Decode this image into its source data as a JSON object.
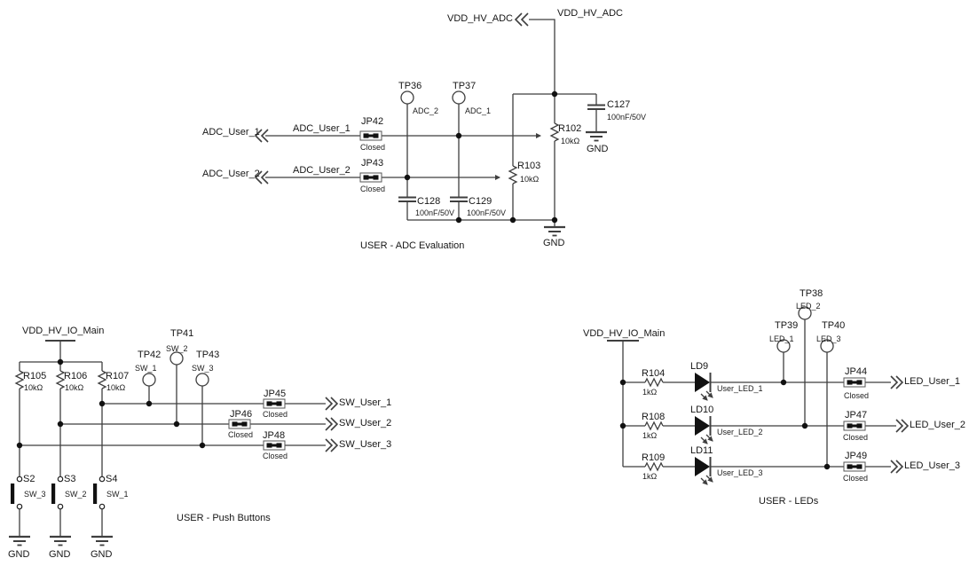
{
  "colors": {
    "wire": "#3f3f3f",
    "text": "#161616",
    "fill": "#111111",
    "background": "#ffffff"
  },
  "sections": {
    "adc": {
      "title": "USER - ADC Evaluation",
      "power": {
        "connector_label": "VDD_HV_ADC",
        "net_label": "VDD_HV_ADC"
      },
      "test_points": {
        "tp36": {
          "ref": "TP36",
          "net": "ADC_2"
        },
        "tp37": {
          "ref": "TP37",
          "net": "ADC_1"
        }
      },
      "rows": {
        "row1": {
          "connector": "ADC_User_1",
          "net": "ADC_User_1",
          "jumper_ref": "JP42",
          "jumper_state": "Closed"
        },
        "row2": {
          "connector": "ADC_User_2",
          "net": "ADC_User_2",
          "jumper_ref": "JP43",
          "jumper_state": "Closed"
        }
      },
      "pots": {
        "r102": {
          "ref": "R102",
          "value": "10kΩ"
        },
        "r103": {
          "ref": "R103",
          "value": "10kΩ"
        }
      },
      "caps": {
        "c127": {
          "ref": "C127",
          "value": "100nF/50V"
        },
        "c128": {
          "ref": "C128",
          "value": "100nF/50V"
        },
        "c129": {
          "ref": "C129",
          "value": "100nF/50V"
        }
      },
      "gnd": {
        "c127_gnd": "GND",
        "rail_gnd": "GND"
      }
    },
    "buttons": {
      "title": "USER - Push Buttons",
      "power_net": "VDD_HV_IO_Main",
      "resistors": {
        "r105": {
          "ref": "R105",
          "value": "10kΩ"
        },
        "r106": {
          "ref": "R106",
          "value": "10kΩ"
        },
        "r107": {
          "ref": "R107",
          "value": "10kΩ"
        }
      },
      "test_points": {
        "tp42": {
          "ref": "TP42",
          "net": "SW_1"
        },
        "tp41": {
          "ref": "TP41",
          "net": "SW_2"
        },
        "tp43": {
          "ref": "TP43",
          "net": "SW_3"
        }
      },
      "rows": {
        "row1": {
          "jumper_ref": "JP45",
          "jumper_state": "Closed",
          "connector": "SW_User_1"
        },
        "row2": {
          "jumper_ref": "JP46",
          "jumper_state": "Closed",
          "connector": "SW_User_2"
        },
        "row3": {
          "jumper_ref": "JP48",
          "jumper_state": "Closed",
          "connector": "SW_User_3"
        }
      },
      "switches": {
        "s2": {
          "ref": "S2",
          "net": "SW_3",
          "gnd": "GND"
        },
        "s3": {
          "ref": "S3",
          "net": "SW_2",
          "gnd": "GND"
        },
        "s4": {
          "ref": "S4",
          "net": "SW_1",
          "gnd": "GND"
        }
      }
    },
    "leds": {
      "title": "USER - LEDs",
      "power_net": "VDD_HV_IO_Main",
      "test_points": {
        "tp38": {
          "ref": "TP38",
          "net": "LED_2"
        },
        "tp39": {
          "ref": "TP39",
          "net": "LED_1"
        },
        "tp40": {
          "ref": "TP40",
          "net": "LED_3"
        }
      },
      "rows": {
        "row1": {
          "resistor_ref": "R104",
          "resistor_value": "1kΩ",
          "led_ref": "LD9",
          "net": "User_LED_1",
          "jumper_ref": "JP44",
          "jumper_state": "Closed",
          "connector": "LED_User_1"
        },
        "row2": {
          "resistor_ref": "R108",
          "resistor_value": "1kΩ",
          "led_ref": "LD10",
          "net": "User_LED_2",
          "jumper_ref": "JP47",
          "jumper_state": "Closed",
          "connector": "LED_User_2"
        },
        "row3": {
          "resistor_ref": "R109",
          "resistor_value": "1kΩ",
          "led_ref": "LD11",
          "net": "User_LED_3",
          "jumper_ref": "JP49",
          "jumper_state": "Closed",
          "connector": "LED_User_3"
        }
      }
    }
  }
}
